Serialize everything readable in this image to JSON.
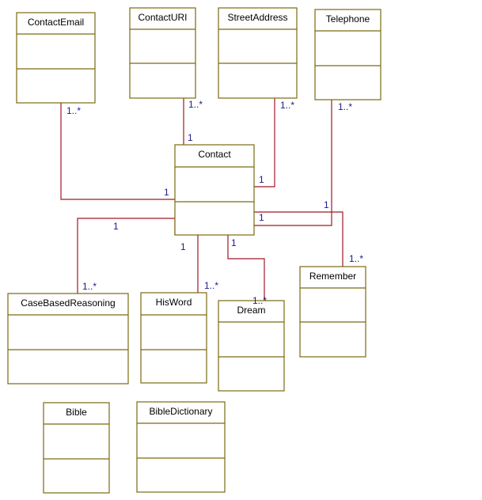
{
  "diagram": {
    "colors": {
      "class_border": "#7a6a10",
      "association": "#a01828",
      "multiplicity": "#1c1c8c",
      "class_name": "#000000",
      "background": "#ffffff"
    },
    "classes": [
      {
        "id": "contact_email",
        "name": "ContactEmail"
      },
      {
        "id": "contact_uri",
        "name": "ContactURI"
      },
      {
        "id": "street_address",
        "name": "StreetAddress"
      },
      {
        "id": "telephone",
        "name": "Telephone"
      },
      {
        "id": "contact",
        "name": "Contact"
      },
      {
        "id": "case_based_reasoning",
        "name": "CaseBasedReasoning"
      },
      {
        "id": "his_word",
        "name": "HisWord"
      },
      {
        "id": "dream",
        "name": "Dream"
      },
      {
        "id": "remember",
        "name": "Remember"
      },
      {
        "id": "bible",
        "name": "Bible"
      },
      {
        "id": "bible_dictionary",
        "name": "BibleDictionary"
      }
    ],
    "associations": [
      {
        "id": "email_contact",
        "from": "contact_email",
        "to": "contact",
        "from_mult": "1..*",
        "to_mult": "1"
      },
      {
        "id": "uri_contact",
        "from": "contact_uri",
        "to": "contact",
        "from_mult": "1..*",
        "to_mult": "1"
      },
      {
        "id": "address_contact",
        "from": "street_address",
        "to": "contact",
        "from_mult": "1..*",
        "to_mult": "1"
      },
      {
        "id": "telephone_contact",
        "from": "telephone",
        "to": "contact",
        "from_mult": "1..*",
        "to_mult": "1"
      },
      {
        "id": "remember_contact",
        "from": "remember",
        "to": "contact",
        "from_mult": "1..*",
        "to_mult": "1"
      },
      {
        "id": "cbr_contact",
        "from": "case_based_reasoning",
        "to": "contact",
        "from_mult": "1..*",
        "to_mult": "1"
      },
      {
        "id": "hisword_contact",
        "from": "his_word",
        "to": "contact",
        "from_mult": "1..*",
        "to_mult": "1"
      },
      {
        "id": "dream_contact",
        "from": "dream",
        "to": "contact",
        "from_mult": "1..*",
        "to_mult": "1"
      }
    ]
  }
}
